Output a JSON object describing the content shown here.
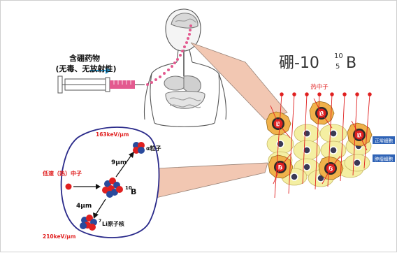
{
  "labels": {
    "drug_line1": "含硼药物",
    "drug_line2": "(无毒、无放射性)",
    "boron_prefix": "硼-10",
    "boron_mass": "10",
    "boron_atomic": "5",
    "boron_symbol": "B",
    "thermal_neutron_top": "热中子",
    "normal_cell": "正常细胞",
    "tumor_cell": "肿瘤细胞",
    "energy_alpha": "163keV/μm",
    "alpha_particle": "α粒子",
    "distance_alpha": "9μm",
    "low_speed_neutron": "低速（热）中子",
    "b10_mass": "10",
    "b10_symbol": "B",
    "distance_li": "4μm",
    "energy_li": "210keV/μm",
    "li_mass": "7",
    "li_label": "Li原子核",
    "cell_b_label": "B"
  },
  "colors": {
    "drug": "#e35a8f",
    "neutron_red": "#e02020",
    "beam": "#f2c7b2",
    "cell_yellow": "#f4efa2",
    "cell_orange": "#f0b14a",
    "nucleus_blue": "#2a4a9c",
    "badge_blue": "#2f63b6"
  }
}
